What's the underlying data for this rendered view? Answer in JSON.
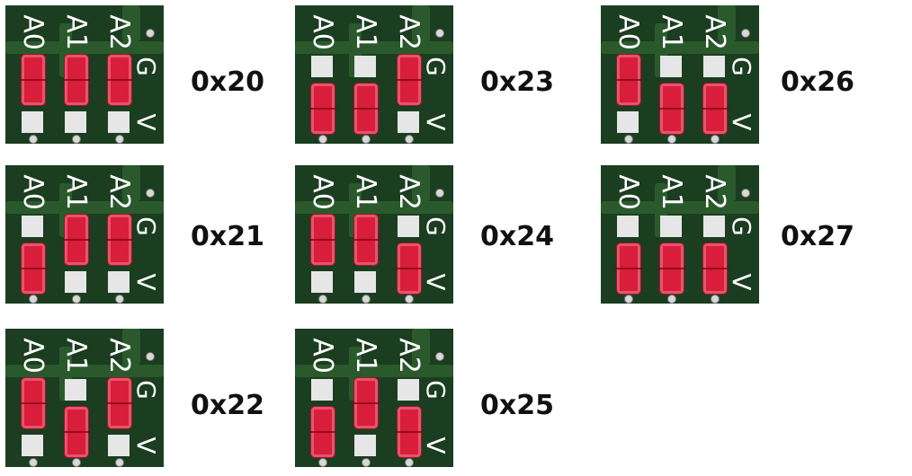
{
  "pin_labels": [
    "A0",
    "A1",
    "A2"
  ],
  "ground_label": "G",
  "voltage_label": "V",
  "colors": {
    "board": "#1b3d20",
    "jumper": "#d81e3a",
    "pad": "#e6e6e6",
    "label": "#ffffff",
    "address_text": "#111111"
  },
  "configurations": [
    {
      "address": "0x20",
      "jumpers": [
        "up",
        "up",
        "up"
      ]
    },
    {
      "address": "0x21",
      "jumpers": [
        "down",
        "up",
        "up"
      ]
    },
    {
      "address": "0x22",
      "jumpers": [
        "up",
        "down",
        "up"
      ]
    },
    {
      "address": "0x23",
      "jumpers": [
        "down",
        "down",
        "up"
      ]
    },
    {
      "address": "0x24",
      "jumpers": [
        "up",
        "up",
        "down"
      ]
    },
    {
      "address": "0x25",
      "jumpers": [
        "down",
        "up",
        "down"
      ]
    },
    {
      "address": "0x26",
      "jumpers": [
        "up",
        "down",
        "down"
      ]
    },
    {
      "address": "0x27",
      "jumpers": [
        "down",
        "down",
        "down"
      ]
    }
  ]
}
